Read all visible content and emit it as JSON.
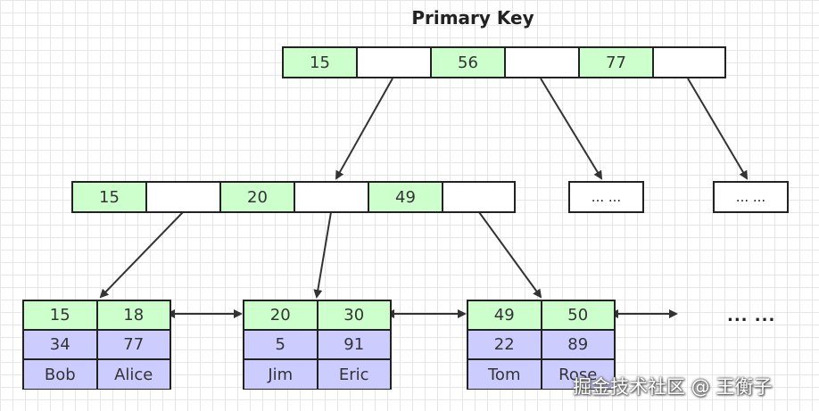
{
  "title": "Primary Key",
  "root": {
    "keys": [
      "15",
      "56",
      "77"
    ]
  },
  "internal": {
    "keys": [
      "15",
      "20",
      "49"
    ]
  },
  "placeholders": [
    "... ...",
    "... ..."
  ],
  "leaves": [
    {
      "keys": [
        "15",
        "18"
      ],
      "values": [
        "34",
        "77"
      ],
      "names": [
        "Bob",
        "Alice"
      ]
    },
    {
      "keys": [
        "20",
        "30"
      ],
      "values": [
        "5",
        "91"
      ],
      "names": [
        "Jim",
        "Eric"
      ]
    },
    {
      "keys": [
        "49",
        "50"
      ],
      "values": [
        "22",
        "89"
      ],
      "names": [
        "Tom",
        "Rose"
      ]
    }
  ],
  "more": "... ...",
  "watermark": "掘金技术社区 @ 王衡子",
  "colors": {
    "key_cell": "#ccffcc",
    "value_cell": "#ccccff",
    "edge": "#333333"
  }
}
